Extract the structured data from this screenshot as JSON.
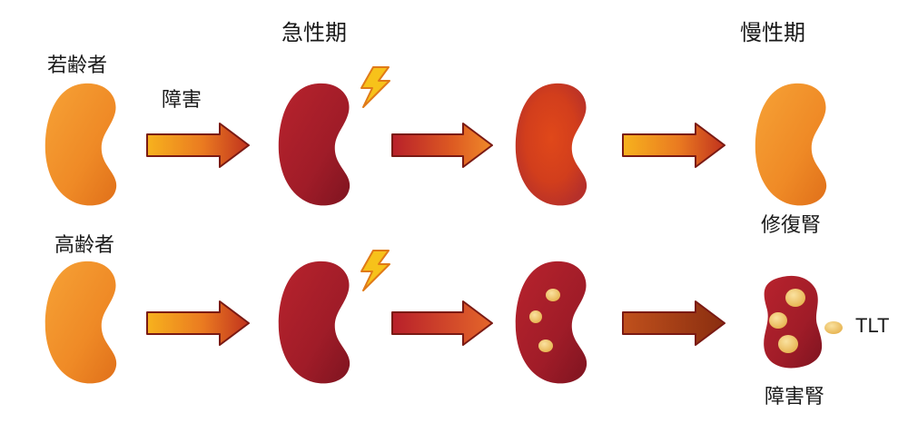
{
  "stages": {
    "acute": "急性期",
    "chronic": "慢性期"
  },
  "groups": {
    "young": "若齢者",
    "elderly": "高齢者"
  },
  "annotations": {
    "injury": "障害"
  },
  "outcomes": {
    "repaired": "修復腎",
    "damaged": "障害腎"
  },
  "legend": {
    "tlt": "TLT"
  },
  "icons": [
    "kidney-icon",
    "lightning-icon",
    "arrow-right-icon",
    "tlt-nodule-icon"
  ],
  "colors": {
    "healthy_kidney": "#f08a2a",
    "injured_kidney": "#a81f2a",
    "recovering_kidney": "#d8401a",
    "tlt": "#f2c76a",
    "lightning": "#f7c21a",
    "arrow_outline": "#7a1a14"
  }
}
